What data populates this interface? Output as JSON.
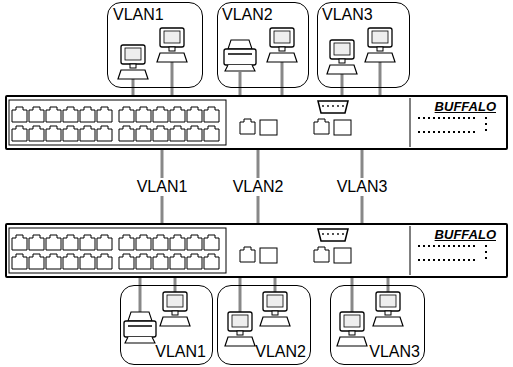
{
  "diagram": {
    "nodes": [
      {
        "text": [
          "VLAN1"
        ]
      },
      {
        "text": [
          "VLAN2"
        ]
      },
      {
        "text": [
          "VLAN3"
        ]
      },
      {
        "text": [
          "BUFFALO"
        ]
      },
      {
        "text": [
          "BUFFALO"
        ]
      },
      {
        "text": [
          "VLAN1"
        ]
      },
      {
        "text": [
          "VLAN2"
        ]
      },
      {
        "text": [
          "VLAN3"
        ]
      }
    ],
    "edges": [
      {
        "from": 0,
        "to": 3,
        "arrow": "none"
      },
      {
        "from": 0,
        "to": 3,
        "arrow": "none"
      },
      {
        "from": 1,
        "to": 3,
        "arrow": "none"
      },
      {
        "from": 1,
        "to": 3,
        "arrow": "none"
      },
      {
        "from": 2,
        "to": 3,
        "arrow": "none"
      },
      {
        "from": 2,
        "to": 3,
        "arrow": "none"
      },
      {
        "from": 3,
        "to": 4,
        "label": "VLAN1",
        "arrow": "none"
      },
      {
        "from": 3,
        "to": 4,
        "label": "VLAN2",
        "arrow": "none"
      },
      {
        "from": 3,
        "to": 4,
        "label": "VLAN3",
        "arrow": "none"
      },
      {
        "from": 4,
        "to": 5,
        "arrow": "none"
      },
      {
        "from": 4,
        "to": 5,
        "arrow": "none"
      },
      {
        "from": 4,
        "to": 6,
        "arrow": "none"
      },
      {
        "from": 4,
        "to": 6,
        "arrow": "none"
      },
      {
        "from": 4,
        "to": 7,
        "arrow": "none"
      },
      {
        "from": 4,
        "to": 7,
        "arrow": "none"
      }
    ]
  }
}
